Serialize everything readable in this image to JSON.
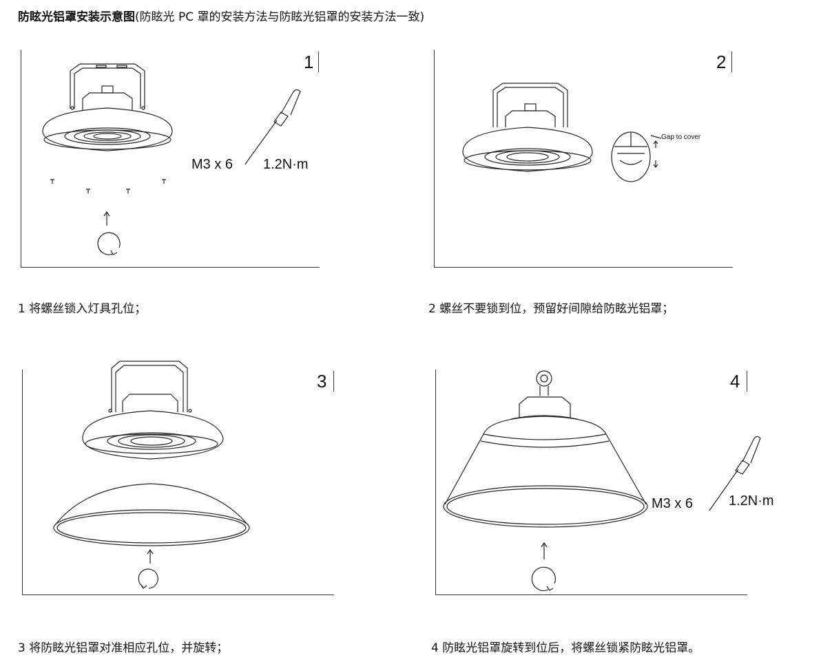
{
  "title": {
    "bold": "防眩光铝罩安装示意图",
    "rest": "(防眩光 PC 罩的安装方法与防眩光铝罩的安装方法一致)"
  },
  "steps": [
    {
      "number": "1",
      "caption": "1 将螺丝锁入灯具孔位；",
      "screw": "M3 x 6",
      "torque": "1.2N·m"
    },
    {
      "number": "2",
      "caption": "2  螺丝不要锁到位，预留好间隙给防眩光铝罩；",
      "gap_label": "Gap to cover"
    },
    {
      "number": "3",
      "caption": "3  将防眩光铝罩对准相应孔位，并旋转；"
    },
    {
      "number": "4",
      "caption": "4 防眩光铝罩旋转到位后，将螺丝锁紧防眩光铝罩。",
      "screw": "M3 x 6",
      "torque": "1.2N·m"
    }
  ]
}
